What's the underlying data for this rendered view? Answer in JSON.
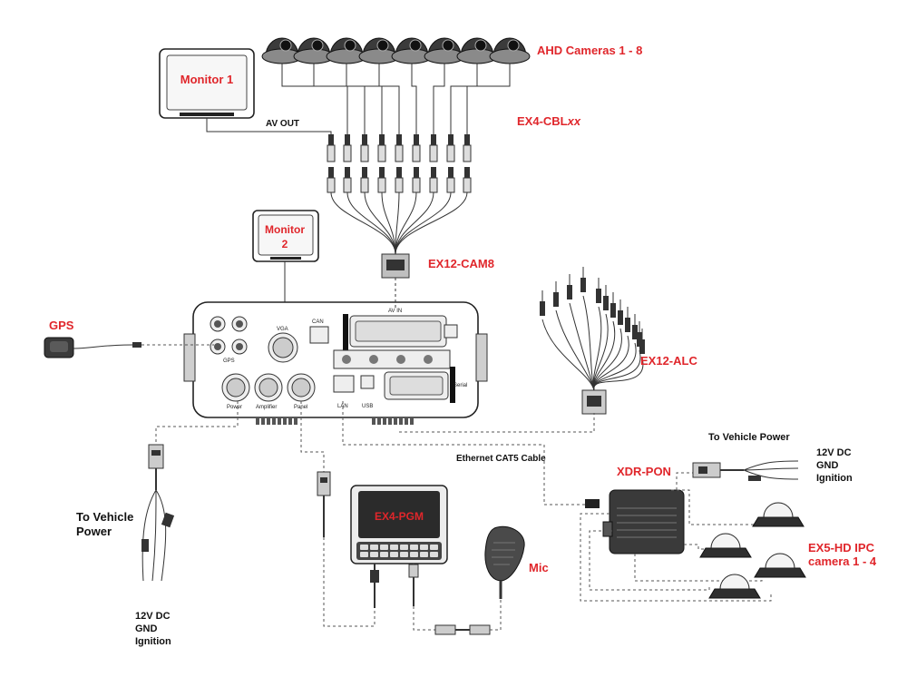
{
  "labels": {
    "ahd_cameras": "AHD Cameras 1 - 8",
    "monitor1_line1": "Monitor 1",
    "av_out": "AV OUT",
    "ex4_cbl_prefix": "EX4-CBL",
    "ex4_cbl_suffix": "xx",
    "monitor2_line1": "Monitor",
    "monitor2_line2": "2",
    "ex12_cam8": "EX12-CAM8",
    "gps": "GPS",
    "ex12_alc": "EX12-ALC",
    "to_vehicle_power_right": "To Vehicle Power",
    "right_power_12v": "12V DC",
    "right_power_gnd": "GND",
    "right_power_ign": "Ignition",
    "ethernet": "Ethernet CAT5 Cable",
    "xdr_pon": "XDR-PON",
    "to_vehicle_power_left_1": "To Vehicle",
    "to_vehicle_power_left_2": "Power",
    "ex4_pgm": "EX4-PGM",
    "mic": "Mic",
    "ex5_line1": "EX5-HD IPC",
    "ex5_line2": "camera 1 - 4",
    "left_power_12v": "12V DC",
    "left_power_gnd": "GND",
    "left_power_ign": "Ignition"
  },
  "panel_labels": {
    "av_in": "AV IN",
    "can": "CAN",
    "vga": "VGA",
    "gps_port": "GPS",
    "power": "Power",
    "amplifier": "Amplifier",
    "panel": "Panel",
    "lan": "LAN",
    "usb": "USB",
    "serial": "Serial"
  },
  "icons": [
    "dome-camera-icon",
    "monitor-icon",
    "dvr-unit-icon",
    "gps-antenna-icon",
    "harness-icon",
    "controller-icon",
    "microphone-icon",
    "poe-switch-icon",
    "ip-camera-icon"
  ],
  "colors": {
    "label_red": "#e0262b",
    "label_black": "#111111"
  }
}
